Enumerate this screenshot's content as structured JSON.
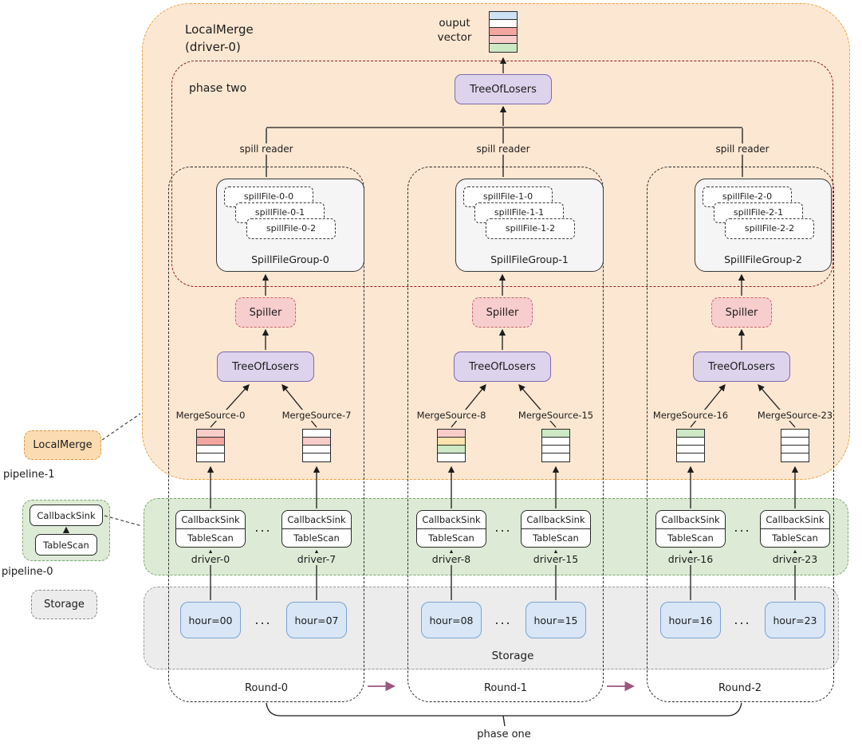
{
  "legend": {
    "local_merge": "LocalMerge",
    "pipeline_1": "pipeline-1",
    "callback_sink": "CallbackSink",
    "table_scan": "TableScan",
    "pipeline_0": "pipeline-0",
    "storage": "Storage"
  },
  "main": {
    "title_line1": "LocalMerge",
    "title_line2": "(driver-0)",
    "output_label_line1": "ouput",
    "output_label_line2": "vector",
    "phase_two_label": "phase two",
    "phase_one_label": "phase one",
    "top_tree_label": "TreeOfLosers",
    "spill_reader_label": "spill reader",
    "callback_sink": "CallbackSink",
    "table_scan": "TableScan",
    "ellipsis": "...",
    "storage_label": "Storage"
  },
  "columns": [
    {
      "round_label": "Round-0",
      "spill_group_label": "SpillFileGroup-0",
      "spill_files": [
        "spillFile-0-0",
        "spillFile-0-1",
        "spillFile-0-2"
      ],
      "spiller_label": "Spiller",
      "tree_label": "TreeOfLosers",
      "merge_source_left": "MergeSource-0",
      "merge_source_right": "MergeSource-7",
      "driver_left": "driver-0",
      "driver_right": "driver-7",
      "hour_left": "hour=00",
      "hour_right": "hour=07"
    },
    {
      "round_label": "Round-1",
      "spill_group_label": "SpillFileGroup-1",
      "spill_files": [
        "spillFile-1-0",
        "spillFile-1-1",
        "spillFile-1-2"
      ],
      "spiller_label": "Spiller",
      "tree_label": "TreeOfLosers",
      "merge_source_left": "MergeSource-8",
      "merge_source_right": "MergeSource-15",
      "driver_left": "driver-8",
      "driver_right": "driver-15",
      "hour_left": "hour=08",
      "hour_right": "hour=15"
    },
    {
      "round_label": "Round-2",
      "spill_group_label": "SpillFileGroup-2",
      "spill_files": [
        "spillFile-2-0",
        "spillFile-2-1",
        "spillFile-2-2"
      ],
      "spiller_label": "Spiller",
      "tree_label": "TreeOfLosers",
      "merge_source_left": "MergeSource-16",
      "merge_source_right": "MergeSource-23",
      "driver_left": "driver-16",
      "driver_right": "driver-23",
      "hour_left": "hour=16",
      "hour_right": "hour=23"
    }
  ],
  "vectors": {
    "output": [
      "#cfe2f5",
      "#ffffff",
      "#f2a69f",
      "#f8cdc9",
      "#cde8c5"
    ],
    "ms0": [
      "#f8cdc9",
      "#f2a69f",
      "#ffffff",
      "#ffffff"
    ],
    "ms7": [
      "#ffffff",
      "#f8cdc9",
      "#ffffff",
      "#ffffff"
    ],
    "ms8": [
      "#f8cdc9",
      "#fbe3ae",
      "#cde8c5",
      "#ffffff"
    ],
    "ms15": [
      "#cde8c5",
      "#ffffff",
      "#ffffff",
      "#ffffff"
    ],
    "ms16": [
      "#cde8c5",
      "#ffffff",
      "#ffffff",
      "#ffffff"
    ],
    "ms23": [
      "#ffffff",
      "#ffffff",
      "#ffffff",
      "#ffffff"
    ]
  },
  "colors": {
    "container_fill": "#fce7d2",
    "container_border": "#e8a33d",
    "phase_two_border": "#8e1f1f",
    "tree_fill": "#ddd3ec",
    "tree_border": "#7d6bb0",
    "spiller_fill": "#f7cdce",
    "spiller_border": "#c4676e",
    "pipeline0_fill": "#ddebd6",
    "pipeline0_border": "#79a86d",
    "storage_fill": "#ececec",
    "hour_fill": "#d8e6f6",
    "hour_border": "#7aa3d4",
    "round_arrow": "#9c5580"
  }
}
